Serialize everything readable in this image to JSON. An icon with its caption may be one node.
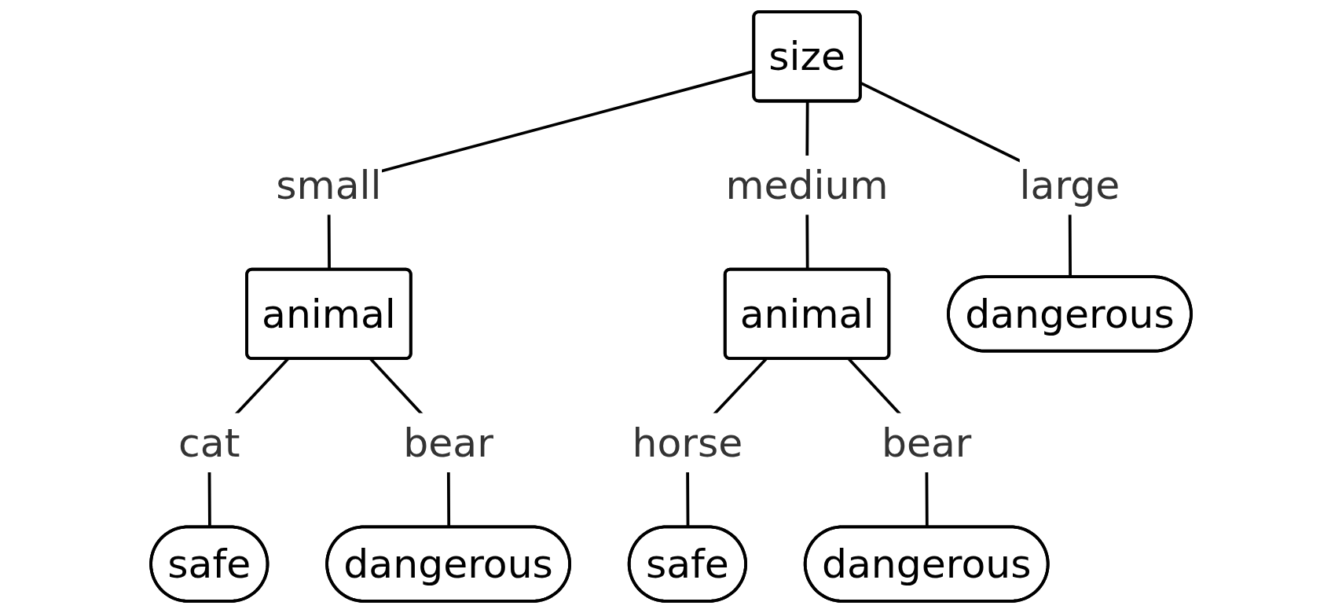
{
  "diagram": {
    "nodes": [
      {
        "text": [
          "size"
        ]
      },
      {
        "text": [
          "animal"
        ]
      },
      {
        "text": [
          "animal"
        ]
      },
      {
        "text": [
          "dangerous"
        ]
      },
      {
        "text": [
          "safe"
        ]
      },
      {
        "text": [
          "dangerous"
        ]
      },
      {
        "text": [
          "safe"
        ]
      },
      {
        "text": [
          "dangerous"
        ]
      }
    ],
    "edges": [
      {
        "from": 0,
        "to": 1,
        "label": "small",
        "arrow": "none"
      },
      {
        "from": 0,
        "to": 2,
        "label": "medium",
        "arrow": "none"
      },
      {
        "from": 0,
        "to": 3,
        "label": "large",
        "arrow": "none"
      },
      {
        "from": 1,
        "to": 4,
        "label": "cat",
        "arrow": "none"
      },
      {
        "from": 1,
        "to": 5,
        "label": "bear",
        "arrow": "none"
      },
      {
        "from": 2,
        "to": 6,
        "label": "horse",
        "arrow": "none"
      },
      {
        "from": 2,
        "to": 7,
        "label": "bear",
        "arrow": "none"
      }
    ]
  }
}
